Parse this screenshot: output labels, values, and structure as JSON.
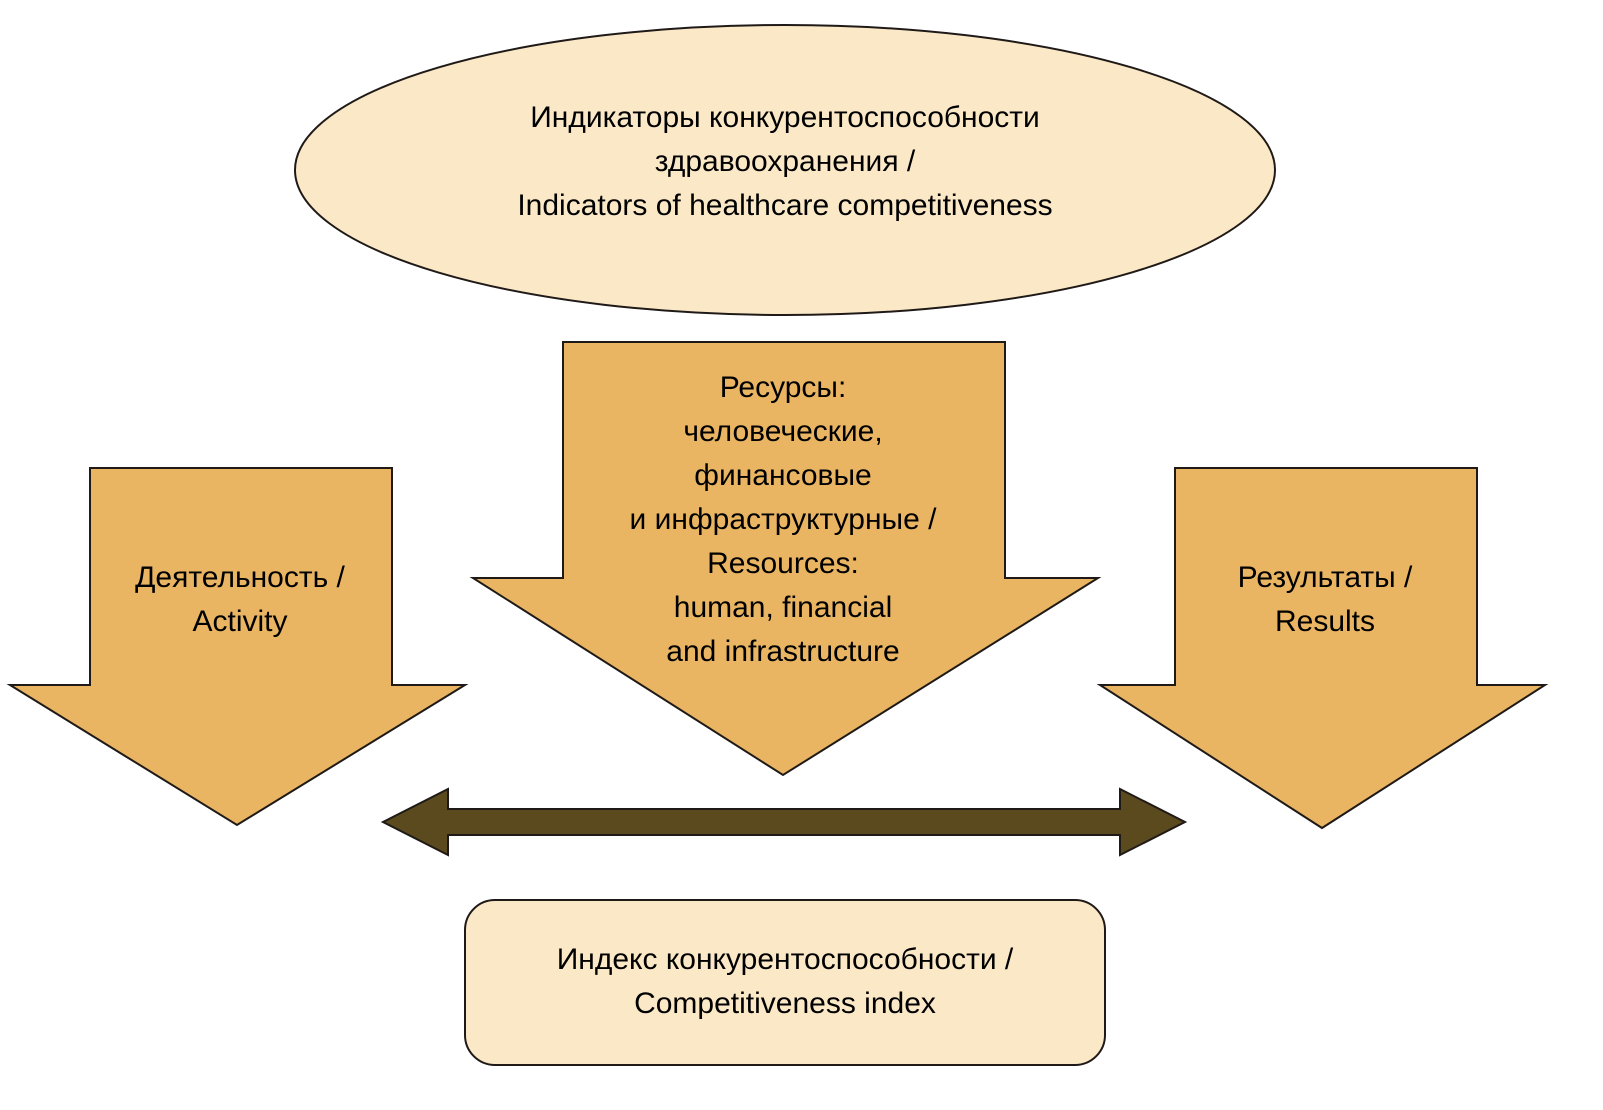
{
  "colors": {
    "panel_fill": "#FBE8C7",
    "arrow_fill": "#E9B563",
    "double_arrow_fill": "#5B4A1E",
    "outline": "#1F1A17",
    "text": "#000000"
  },
  "nodes": {
    "ellipse": {
      "label": "Индикаторы конкурентоспособности\nздравоохранения /\nIndicators of healthcare competitiveness"
    },
    "left_arrow": {
      "label": "Деятельность /\nActivity"
    },
    "center_arrow": {
      "label": "Ресурсы:\nчеловеческие,\nфинансовые\nи инфраструктурные /\nResources:\nhuman, financial\nand infrastructure"
    },
    "right_arrow": {
      "label": "Результаты /\nResults"
    },
    "index_box": {
      "label": "Индекс конкурентоспособности /\nCompetitiveness index"
    }
  }
}
